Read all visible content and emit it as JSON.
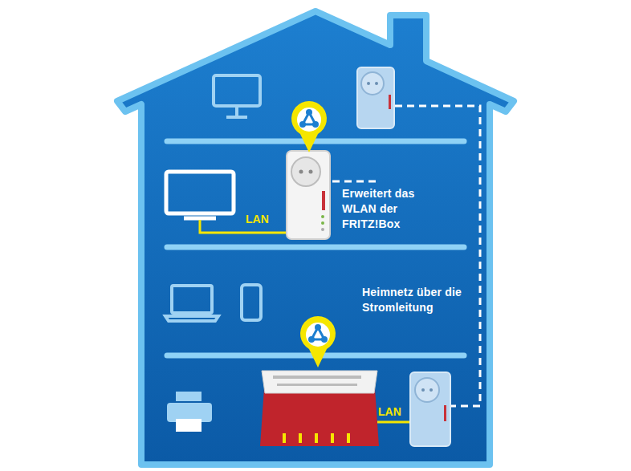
{
  "diagram": {
    "labels": [
      "Erweitert das WLAN der FRITZ!Box",
      "LAN",
      "Heimnetz über die Stromleitung",
      "LAN"
    ]
  }
}
